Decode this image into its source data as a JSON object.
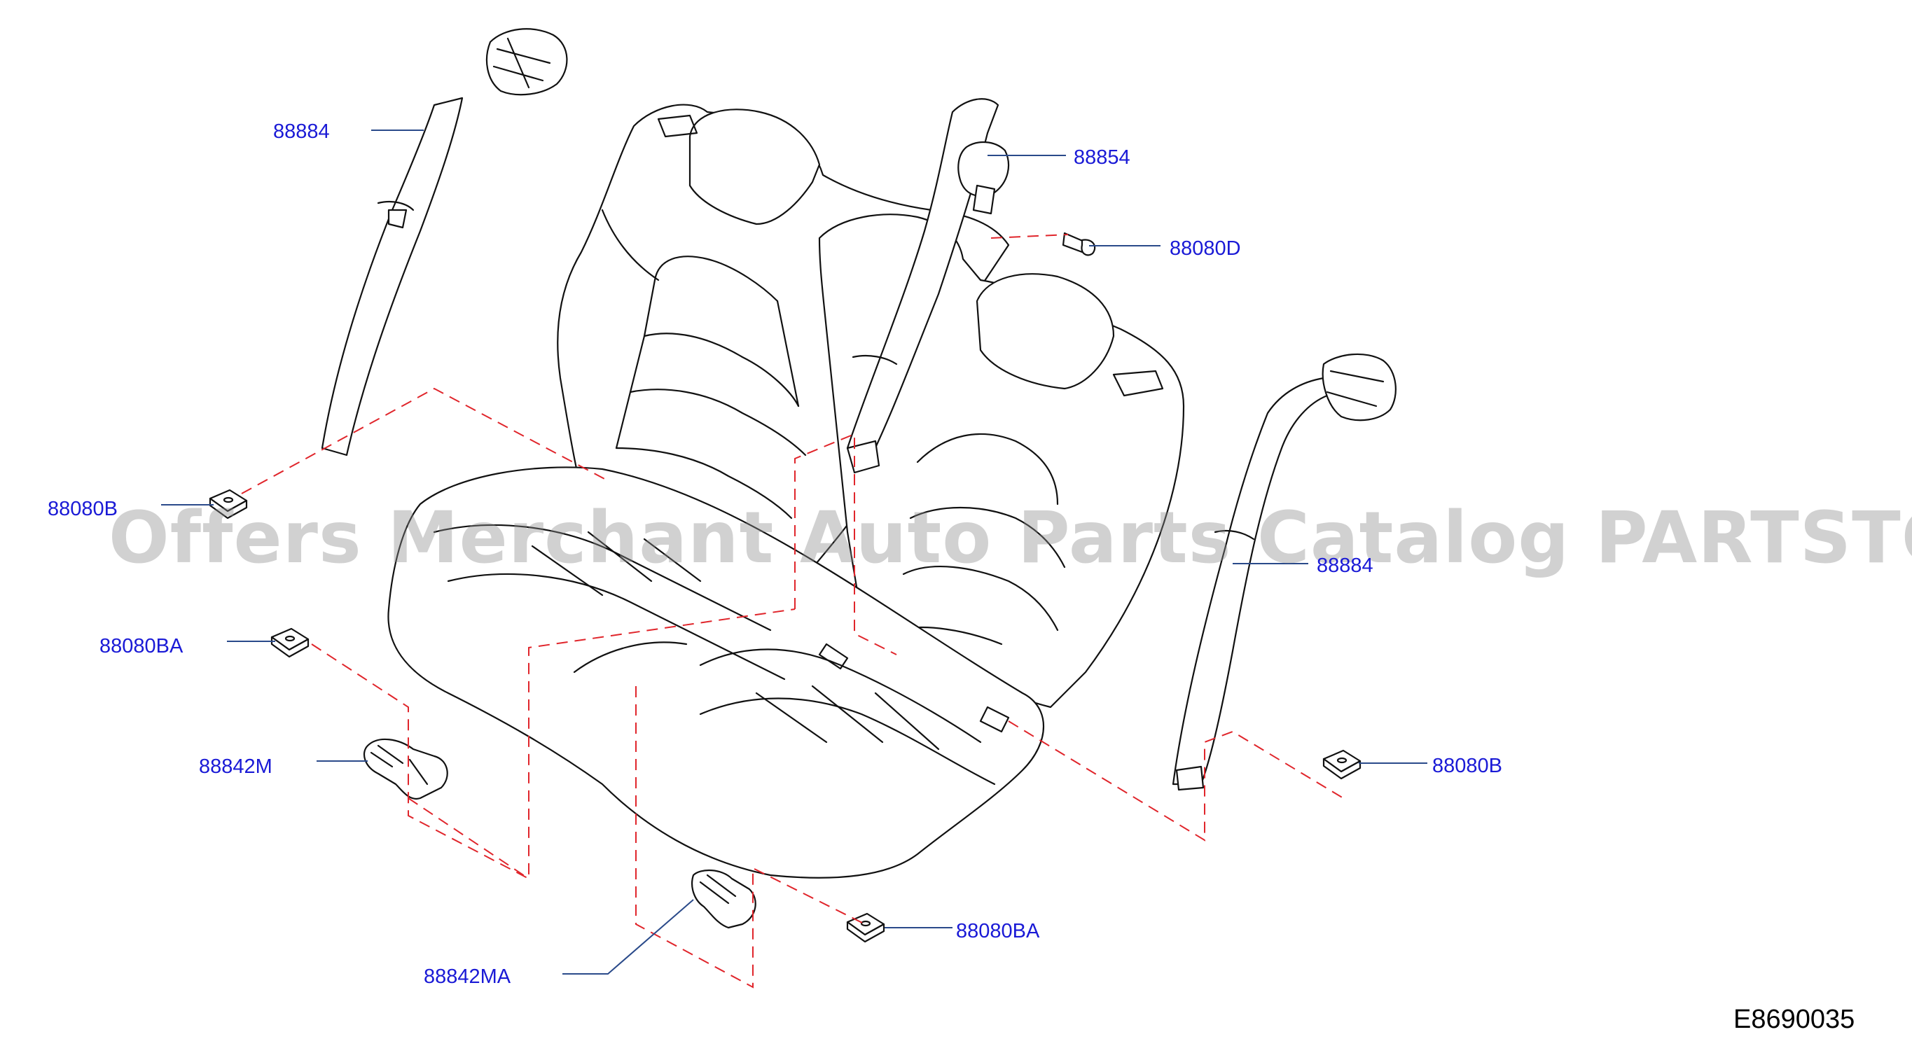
{
  "labels": {
    "l1": "88884",
    "l2": "88854",
    "l3": "88080D",
    "l4": "88080B",
    "l5": "88884",
    "l6": "88080BA",
    "l7": "88842M",
    "l8": "88080B",
    "l9": "88080BA",
    "l10": "88842MA"
  },
  "diagram_code": "E8690035",
  "watermark": "Offers Merchant Auto Parts Catalog PARTSTORE.SA",
  "colors": {
    "label": "#1a1ad6",
    "leader": "#2a4a8a",
    "dashed_guide": "#e0252b",
    "outline": "#111111"
  }
}
